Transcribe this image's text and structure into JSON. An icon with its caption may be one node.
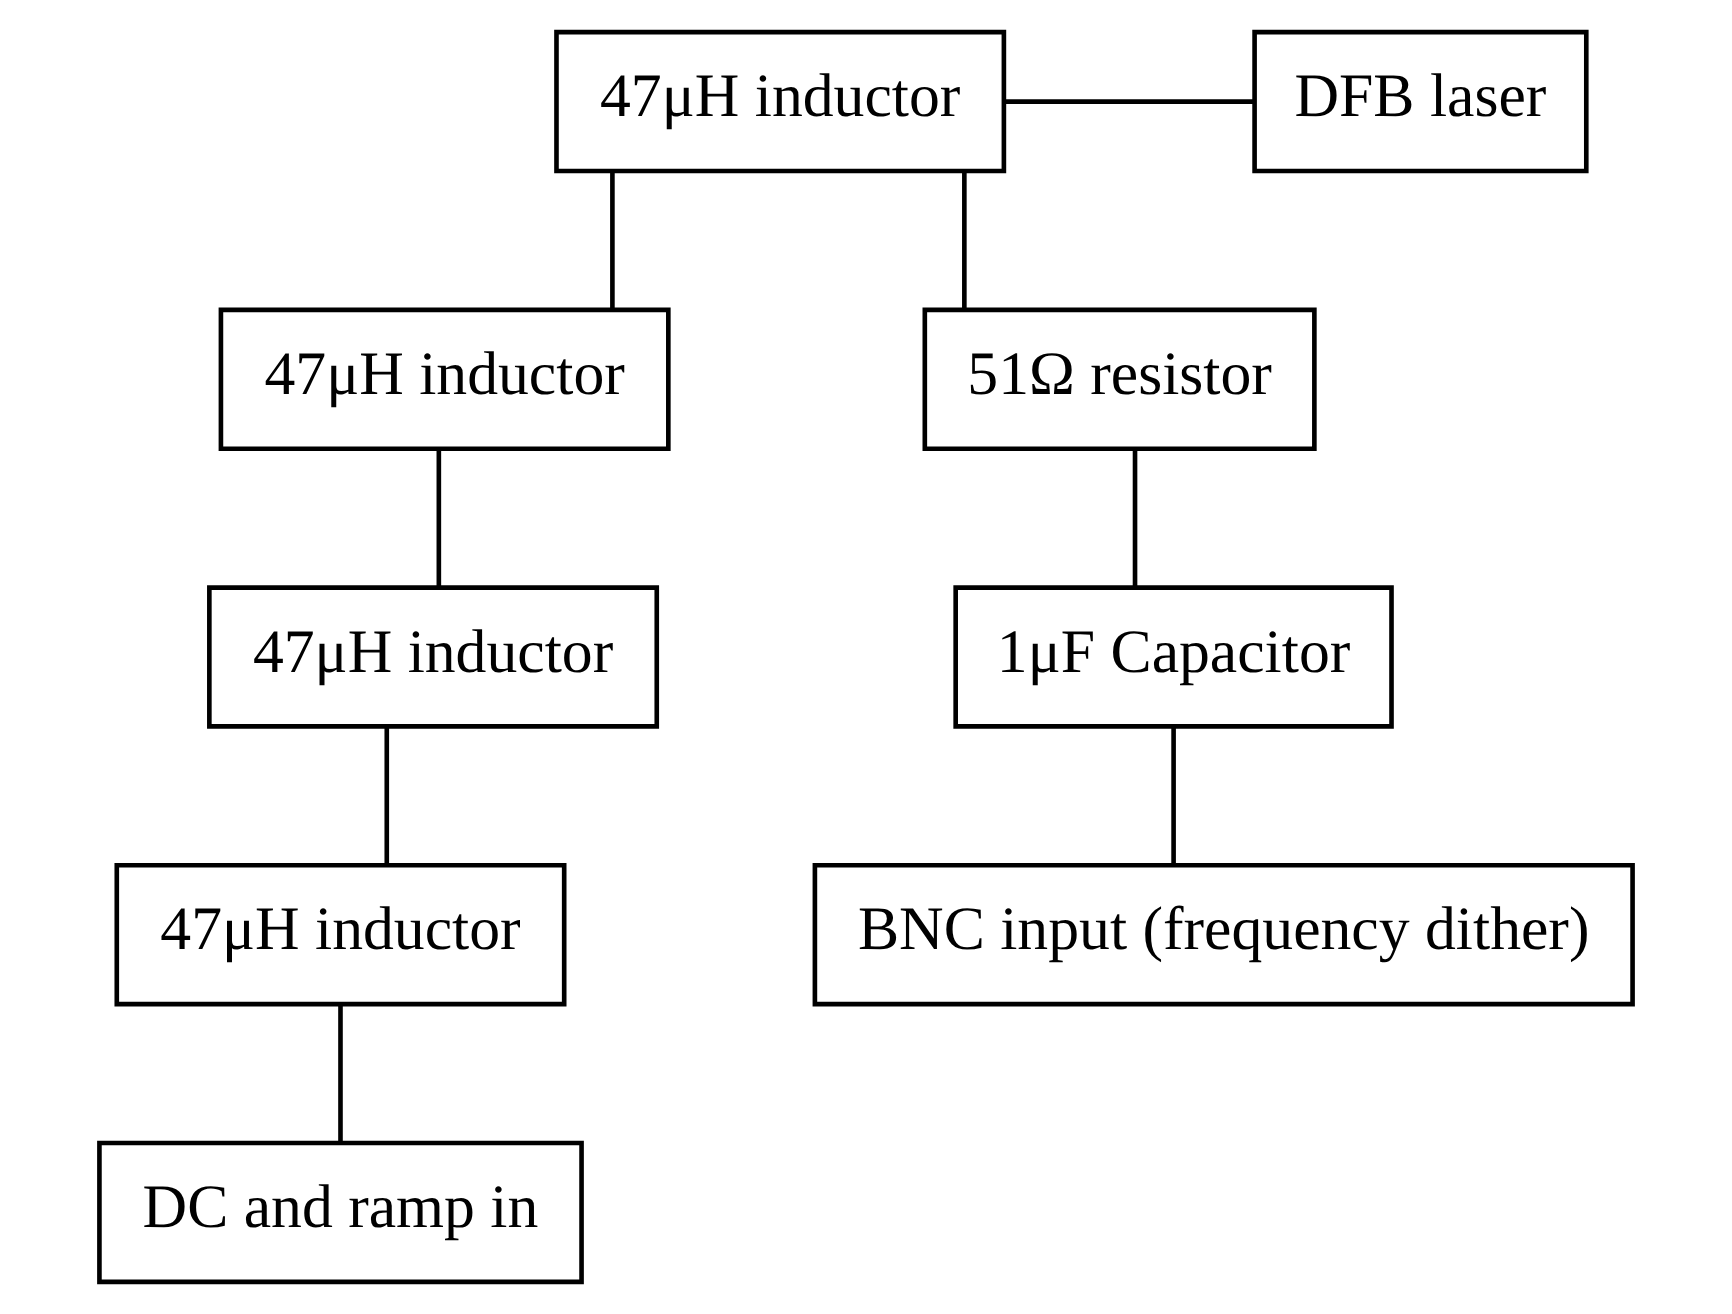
{
  "diagram": {
    "nodes": [
      {
        "text": [
          "47μH inductor"
        ]
      },
      {
        "text": [
          "DFB laser"
        ]
      },
      {
        "text": [
          "47μH inductor"
        ]
      },
      {
        "text": [
          "51Ω resistor"
        ]
      },
      {
        "text": [
          "47μH inductor"
        ]
      },
      {
        "text": [
          "1μF Capacitor"
        ]
      },
      {
        "text": [
          "47μH inductor"
        ]
      },
      {
        "text": [
          "DC and ramp in"
        ]
      },
      {
        "text": [
          "BNC input (frequency dither)"
        ]
      }
    ],
    "edges": [
      {
        "from": 0,
        "to": 1,
        "arrow": "none"
      },
      {
        "from": 0,
        "to": 3,
        "arrow": "none"
      },
      {
        "from": 0,
        "to": 2,
        "arrow": "none"
      },
      {
        "from": 2,
        "to": 4,
        "arrow": "none"
      },
      {
        "from": 4,
        "to": 6,
        "arrow": "none"
      },
      {
        "from": 6,
        "to": 7,
        "arrow": "none"
      },
      {
        "from": 3,
        "to": 5,
        "arrow": "none"
      },
      {
        "from": 5,
        "to": 8,
        "arrow": "none"
      }
    ]
  }
}
